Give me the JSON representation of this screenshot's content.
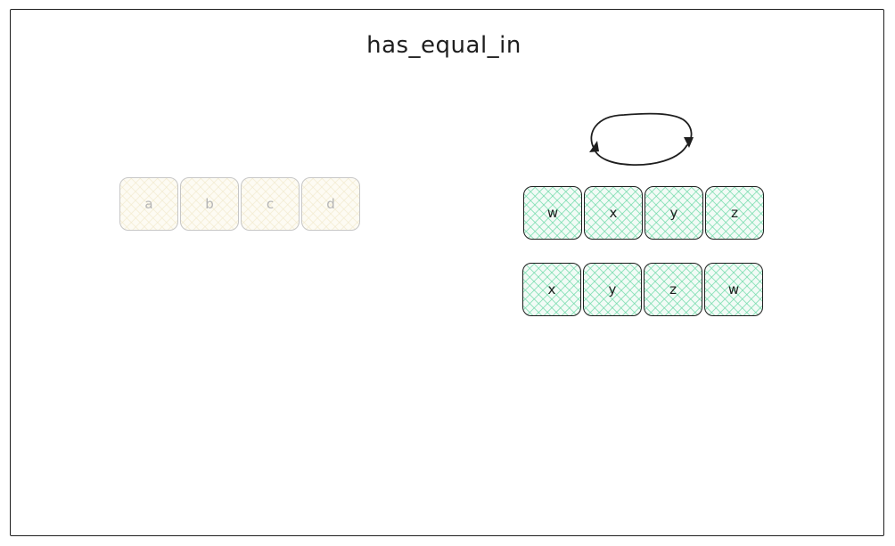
{
  "diagram": {
    "title": "has_equal_in",
    "input_cells": [
      "a",
      "b",
      "c",
      "d"
    ],
    "rotation_row_top": [
      "w",
      "x",
      "y",
      "z"
    ],
    "rotation_row_bottom": [
      "x",
      "y",
      "z",
      "w"
    ]
  },
  "colors": {
    "stroke": "#1e1e1e",
    "faded_stroke": "#c7c7c7",
    "active_fill": "#60d6a0",
    "faded_fill": "#f0e8c8"
  }
}
